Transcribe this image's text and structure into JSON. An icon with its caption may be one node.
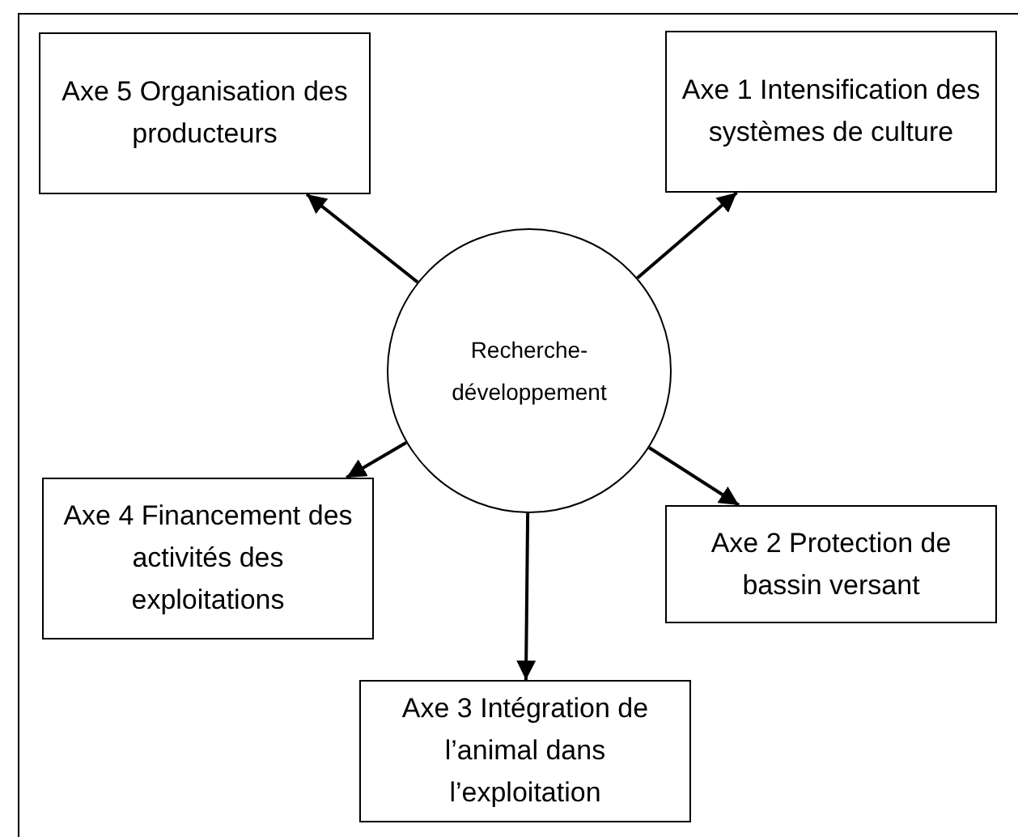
{
  "diagram": {
    "nodes": [
      {
        "text": [
          "Axe 5 Organisation des producteurs"
        ]
      },
      {
        "text": [
          "Axe 1 Intensification des systèmes de culture"
        ]
      },
      {
        "text": [
          "Recherche-développement"
        ]
      },
      {
        "text": [
          "Axe 4 Financement des activités des exploitations"
        ]
      },
      {
        "text": [
          "Axe 2 Protection de bassin versant"
        ]
      },
      {
        "text": [
          "Axe 3 Intégration de l’animal dans l’exploitation"
        ]
      }
    ],
    "edges": [
      {
        "from": 2,
        "to": 0,
        "arrow": "to"
      },
      {
        "from": 2,
        "to": 1,
        "arrow": "to"
      },
      {
        "from": 2,
        "to": 3,
        "arrow": "to"
      },
      {
        "from": 2,
        "to": 4,
        "arrow": "to"
      },
      {
        "from": 2,
        "to": 5,
        "arrow": "to"
      }
    ]
  }
}
